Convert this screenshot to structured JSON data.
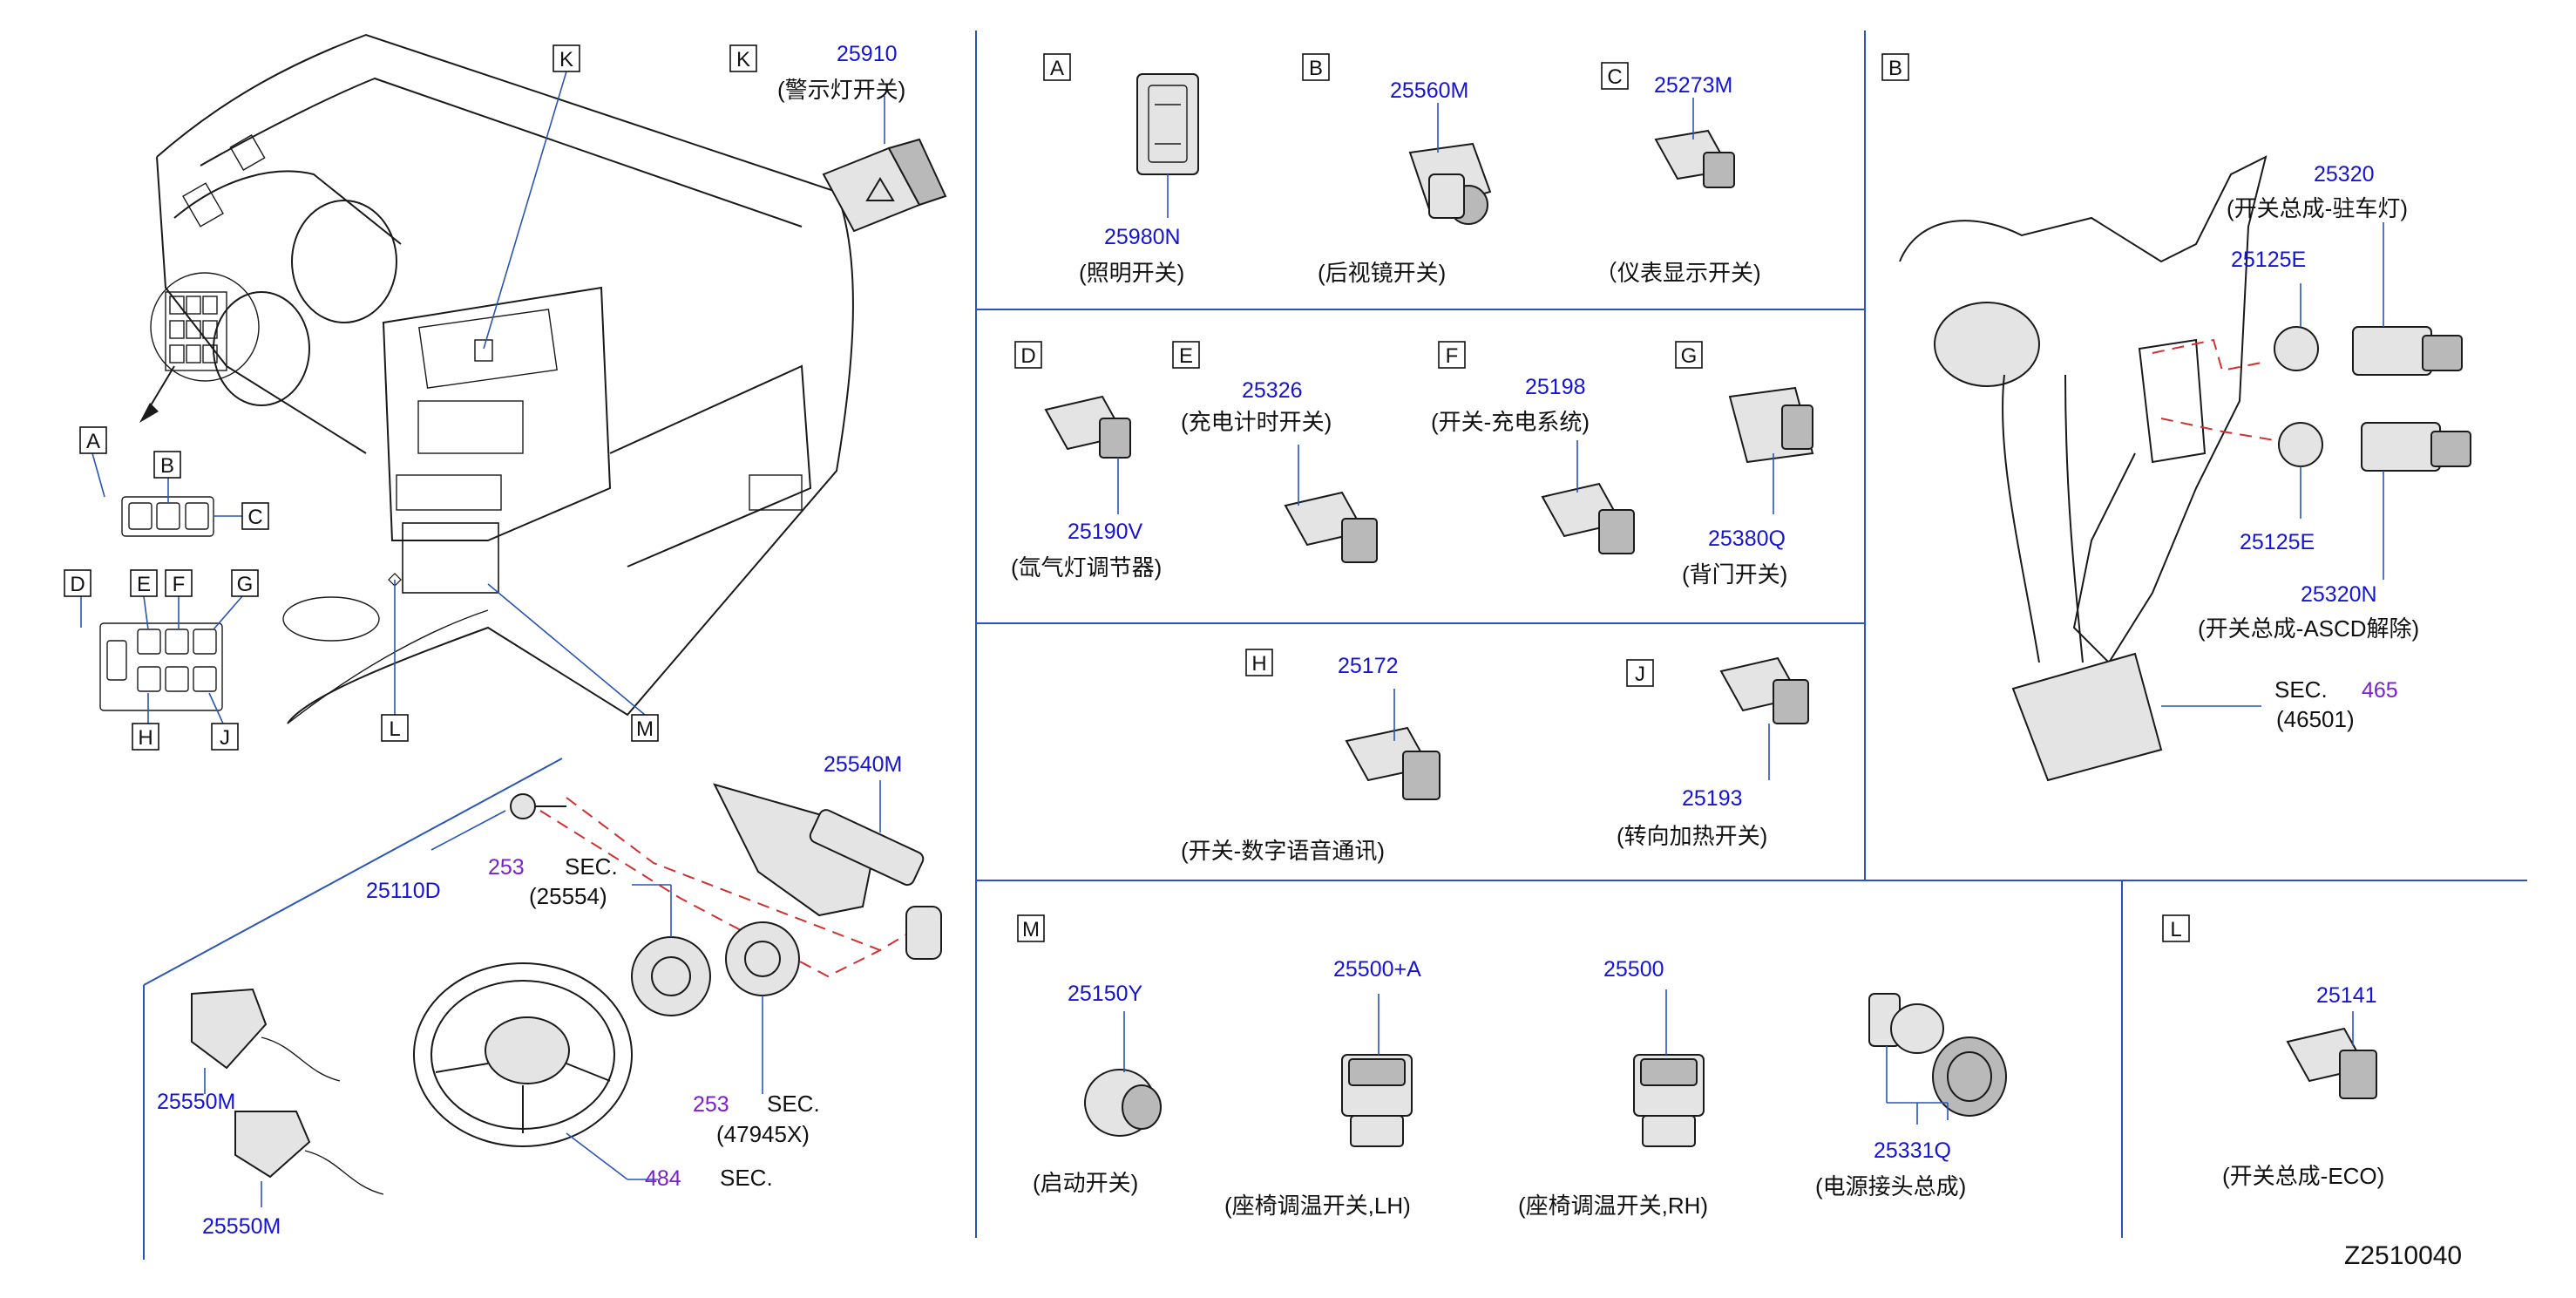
{
  "diagram_code": "Z2510040",
  "boxes": {
    "A": "A",
    "B": "B",
    "C": "C",
    "D": "D",
    "E": "E",
    "F": "F",
    "G": "G",
    "H": "H",
    "J": "J",
    "K": "K",
    "L": "L",
    "M": "M"
  },
  "sec_word": "SEC.",
  "dash_label": {
    "part_25910": "25910",
    "cap_25910": "(警示灯开关)",
    "part_25110D": "25110D",
    "sec_253a": "253",
    "ref_25554": "(25554)",
    "part_25540M": "25540M",
    "sec_253b": "253",
    "ref_47945X": "(47945X)",
    "part_25550M_top": "25550M",
    "part_25550M_bottom": "25550M",
    "sec_484": "484"
  },
  "row1": {
    "part_25980N": "25980N",
    "cap_25980N": "(照明开关)",
    "part_25560M": "25560M",
    "cap_25560M": "(后视镜开关)",
    "part_25273M": "25273M",
    "cap_25273M": "（仪表显示开关)"
  },
  "row2": {
    "part_25190V": "25190V",
    "cap_25190V": "(氙气灯调节器)",
    "part_25326": "25326",
    "cap_25326": "(充电计时开关)",
    "part_25198": "25198",
    "cap_25198": "(开关-充电系统)",
    "part_25380Q": "25380Q",
    "cap_25380Q": "(背门开关)"
  },
  "row3": {
    "part_25172": "25172",
    "cap_25172": "(开关-数字语音通讯)",
    "part_25193": "25193",
    "cap_25193": "(转向加热开关)"
  },
  "pedal": {
    "part_25320": "25320",
    "cap_25320": "(开关总成-驻车灯)",
    "part_25125E_top": "25125E",
    "part_25125E_bottom": "25125E",
    "part_25320N": "25320N",
    "cap_25320N": "(开关总成-ASCD解除)",
    "sec_465": "465",
    "ref_46501": "(46501)"
  },
  "row4": {
    "part_25150Y": "25150Y",
    "cap_25150Y": "(启动开关)",
    "part_25500A": "25500+A",
    "cap_25500A": "(座椅调温开关,LH)",
    "part_25500": "25500",
    "cap_25500": "(座椅调温开关,RH)",
    "part_25331Q": "25331Q",
    "cap_25331Q": "(电源接头总成)"
  },
  "eco": {
    "part_25141": "25141",
    "cap_25141": "(开关总成-ECO)"
  },
  "colors": {
    "part_number": "#1414d2",
    "sec_number": "#7a1fd0",
    "leader_line": "#2a55b5",
    "phantom_line": "#d23030"
  }
}
